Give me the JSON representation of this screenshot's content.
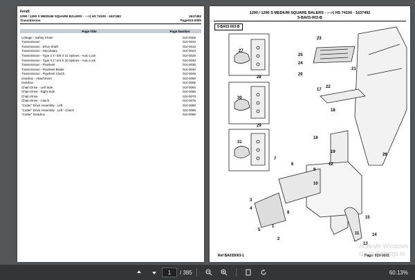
{
  "left_page": {
    "brand": "Fendt",
    "header_title": "1290 / 1290 S  MEDIUM SQUARE BALERS  -  --->| HS 74100 - 1637492",
    "header_code": "1637492",
    "section": "Transmission",
    "page_ref": "Page010-0000",
    "toc_header": {
      "title": "Page Title",
      "page": "Page Number"
    },
    "toc": [
      {
        "title": "Linkage - Safety Chain",
        "page": "010-0005"
      },
      {
        "title": "Transmission",
        "page": "010-0010"
      },
      {
        "title": "Transmission - Drive Shaft",
        "page": "010-0015"
      },
      {
        "title": "Transmission - Secondary",
        "page": "010-0020"
      },
      {
        "title": "Transmission - Type 2 1\"-3/8 X 21 Splines - Auto Lock",
        "page": "010-0025"
      },
      {
        "title": "Transmission - Type 3 1\"-3/4 X 20 Splines - Auto Lock",
        "page": "010-0030"
      },
      {
        "title": "Transmission - Flywheel",
        "page": "010-0035"
      },
      {
        "title": "Transmission - Flywheel Brake",
        "page": "010-0040"
      },
      {
        "title": "Transmission - Flywheel Clutch",
        "page": "010-0045"
      },
      {
        "title": "Gearbox - Attachment",
        "page": "010-0050"
      },
      {
        "title": "Gearbox",
        "page": "010-0055"
      },
      {
        "title": "Chain Drive - Left Side",
        "page": "010-0060"
      },
      {
        "title": "Chain Drive - Right Side",
        "page": "010-0065"
      },
      {
        "title": "Chain Drive",
        "page": "010-0070"
      },
      {
        "title": "Chain Drive - Clutch",
        "page": "010-0075"
      },
      {
        "title": "\"Cutter\" Drive Assembly - Left",
        "page": "010-0080"
      },
      {
        "title": "\"Cutter\" Drive Assembly - Left - Clutch",
        "page": "010-0085"
      },
      {
        "title": "\"Cutter\" Gearbox",
        "page": "010-0090"
      }
    ]
  },
  "right_page": {
    "title1": "1290 / 1290 S  MEDIUM SQUARE BALERS  -  --->| HS 74100 - 1637492",
    "title2": "5-BA03-003-B",
    "diagram_ref": "5-BA03-003-B",
    "footer_ref": "Ref   BA035003-1",
    "footer_page": "Page:   010-0005",
    "callouts": [
      "27",
      "28",
      "30",
      "29",
      "31",
      "25",
      "23",
      "24",
      "20",
      "21",
      "17",
      "22",
      "18",
      "19",
      "16",
      "12",
      "9",
      "10",
      "7",
      "6",
      "8",
      "3",
      "4",
      "5",
      "15",
      "14",
      "13",
      "11",
      "26",
      "1",
      "2"
    ]
  },
  "toolbar": {
    "current_page": "1",
    "total_pages": "/ 385",
    "zoom": "60.13%"
  },
  "watermark": {
    "line1": "Activate Windows",
    "line2": "Go to Settings to"
  }
}
